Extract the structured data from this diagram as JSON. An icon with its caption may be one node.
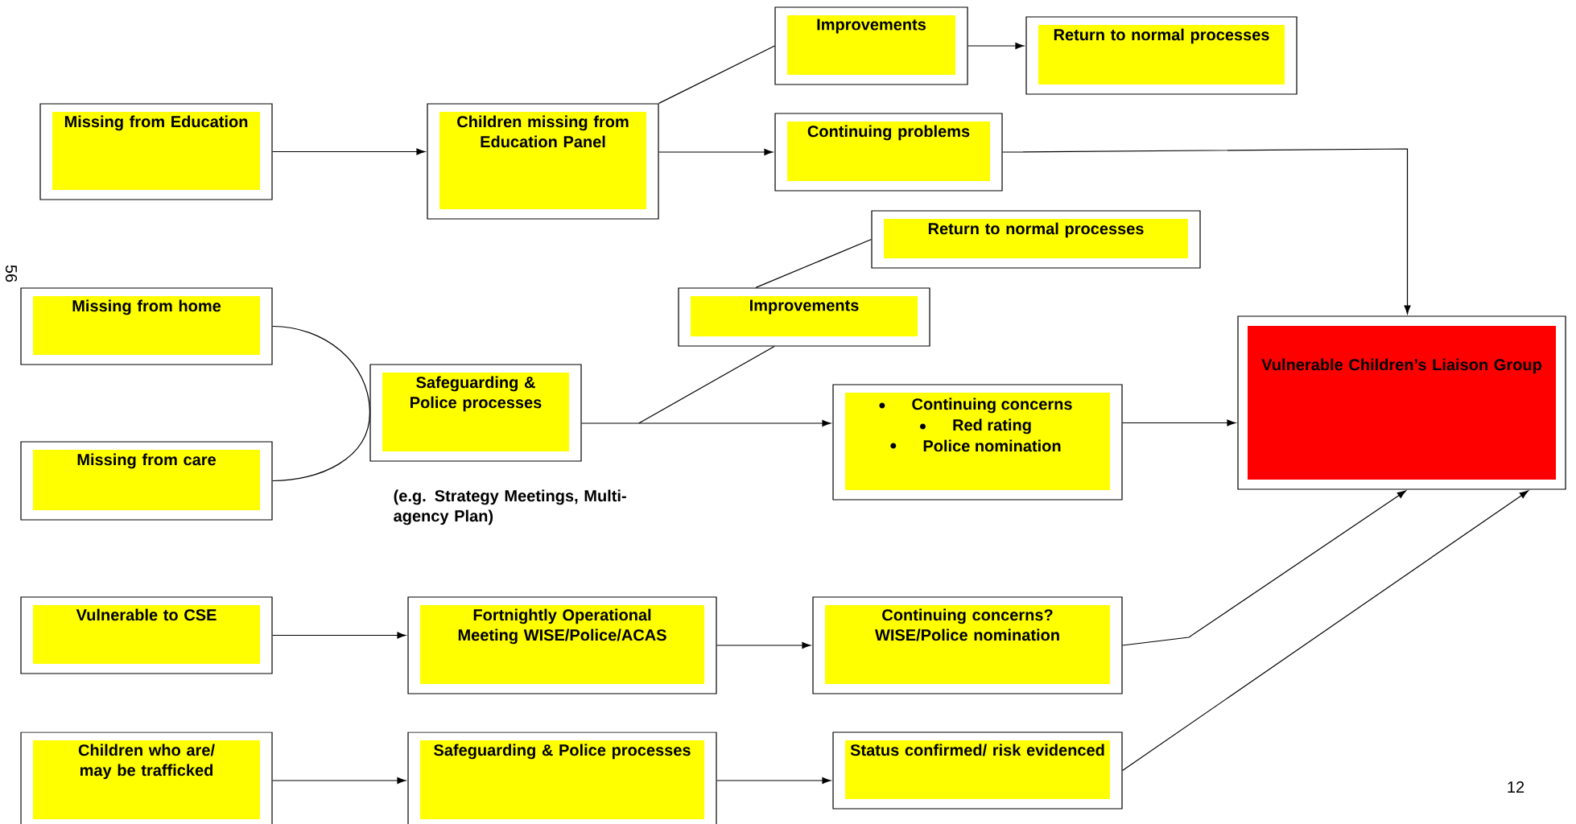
{
  "diagram": {
    "nodes": [
      {
        "text": [
          "Missing from Education"
        ]
      },
      {
        "text": [
          "Children missing from Education Panel"
        ]
      },
      {
        "text": [
          "Improvements"
        ]
      },
      {
        "text": [
          "Return to normal processes"
        ]
      },
      {
        "text": [
          "Continuing problems"
        ]
      },
      {
        "text": [
          "Return to normal processes"
        ]
      },
      {
        "text": [
          "Improvements"
        ]
      },
      {
        "text": [
          "Vulnerable Children’s Liaison Group"
        ]
      },
      {
        "text": [
          "Missing from home"
        ]
      },
      {
        "text": [
          "Missing from care"
        ]
      },
      {
        "text": [
          "Safeguarding & Police processes"
        ],
        "beside": [
          "(e.g. Strategy Meetings, Multi-agency Plan)"
        ]
      },
      {
        "text": [
          "Continuing concerns",
          "Red rating",
          "Police nomination"
        ]
      },
      {
        "text": [
          "Vulnerable to CSE"
        ]
      },
      {
        "text": [
          "Fortnightly Operational Meeting WISE/Police/ACAS"
        ]
      },
      {
        "text": [
          "Continuing concerns? WISE/Police nomination"
        ]
      },
      {
        "text": [
          "Children who are/ may be trafficked"
        ]
      },
      {
        "text": [
          "Safeguarding & Police processes"
        ]
      },
      {
        "text": [
          "Status confirmed/ risk evidenced"
        ]
      }
    ],
    "edges": [
      {
        "from": 0,
        "to": 1,
        "arrow": "to"
      },
      {
        "from": 1,
        "to": 2,
        "arrow": "none"
      },
      {
        "from": 1,
        "to": 4,
        "arrow": "to"
      },
      {
        "from": 2,
        "to": 3,
        "arrow": "to"
      },
      {
        "from": 4,
        "to": 7,
        "arrow": "to"
      },
      {
        "from": 8,
        "to": 10,
        "arrow": "none"
      },
      {
        "from": 9,
        "to": 10,
        "arrow": "none"
      },
      {
        "from": 10,
        "to": 11,
        "arrow": "to"
      },
      {
        "from": 10,
        "to": 6,
        "arrow": "none"
      },
      {
        "from": 6,
        "to": 5,
        "arrow": "none"
      },
      {
        "from": 11,
        "to": 7,
        "arrow": "to"
      },
      {
        "from": 12,
        "to": 13,
        "arrow": "to"
      },
      {
        "from": 13,
        "to": 14,
        "arrow": "to"
      },
      {
        "from": 14,
        "to": 7,
        "arrow": "to"
      },
      {
        "from": 15,
        "to": 16,
        "arrow": "to"
      },
      {
        "from": 16,
        "to": 17,
        "arrow": "to"
      },
      {
        "from": 17,
        "to": 7,
        "arrow": "to"
      }
    ],
    "labels": [
      "56",
      "12"
    ]
  }
}
